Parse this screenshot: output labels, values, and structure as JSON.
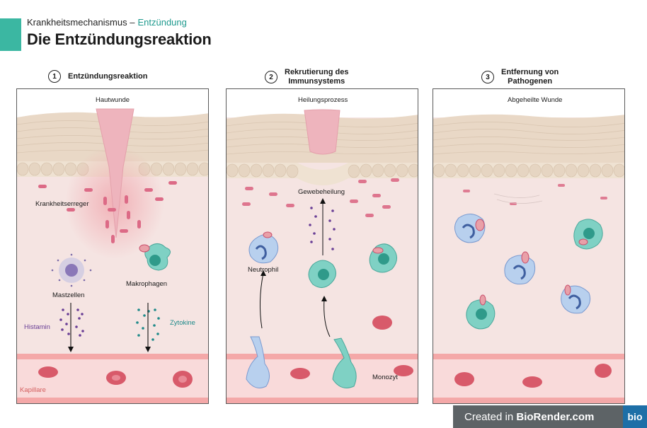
{
  "header": {
    "breadcrumb": "Krankheitsmechanismus –",
    "breadcrumb_accent": "Entzündung",
    "title": "Die Entzündungsreaktion"
  },
  "steps": [
    {
      "number": "1",
      "label": "Entzündungsreaktion"
    },
    {
      "number": "2",
      "label_line1": "Rekrutierung des",
      "label_line2": "Immunsystems"
    },
    {
      "number": "3",
      "label_line1": "Entfernung von",
      "label_line2": "Pathogenen"
    }
  ],
  "panel1": {
    "caption": "Hautwunde",
    "pathogen": "Krankheitserreger",
    "mast_cells": "Mastzellen",
    "macrophages": "Makrophagen",
    "histamine": "Histamin",
    "cytokines": "Zytokine",
    "capillary": "Kapillare"
  },
  "panel2": {
    "caption": "Heilungsprozess",
    "tissue_healing": "Gewebeheilung",
    "neutrophil": "Neutrophil",
    "monocyte": "Monozyt"
  },
  "panel3": {
    "caption": "Abgeheilte Wunde"
  },
  "footer": {
    "created_in": "Created in ",
    "brand": "BioRender.com",
    "logo": "bio"
  },
  "colors": {
    "accent": "#3bb7a2",
    "histamine": "#6a3f96",
    "cytokine": "#1f8a8a",
    "capillary_label": "#d46060"
  }
}
